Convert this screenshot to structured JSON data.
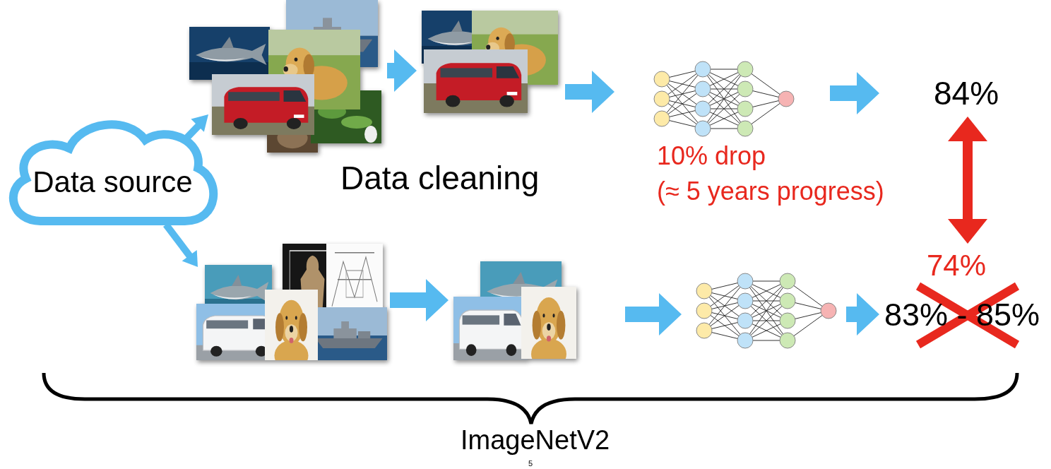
{
  "diagram": {
    "nodes": [
      {
        "text": [
          "Data source"
        ]
      }
    ],
    "labels": [
      "84%",
      "Data cleaning",
      "10% drop",
      "(≈ 5 years progress)",
      "74%",
      "83% - 85%",
      "ImageNetV2",
      "5"
    ]
  }
}
